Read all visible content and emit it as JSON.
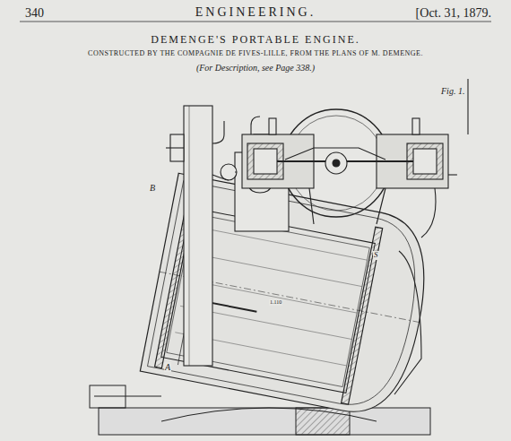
{
  "diagram": {
    "title": "DEMENGE'S PORTABLE ENGINE.",
    "labels": [
      "340",
      "ENGINEERING.",
      "[Oct. 31, 1879.",
      "CONSTRUCTED BY THE COMPAGNIE DE FIVES-LILLE, FROM THE PLANS OF M. DEMENGE.",
      "(For Description, see Page 338.)",
      "Fig. 1.",
      "B",
      "A",
      "S",
      "1.110"
    ]
  }
}
